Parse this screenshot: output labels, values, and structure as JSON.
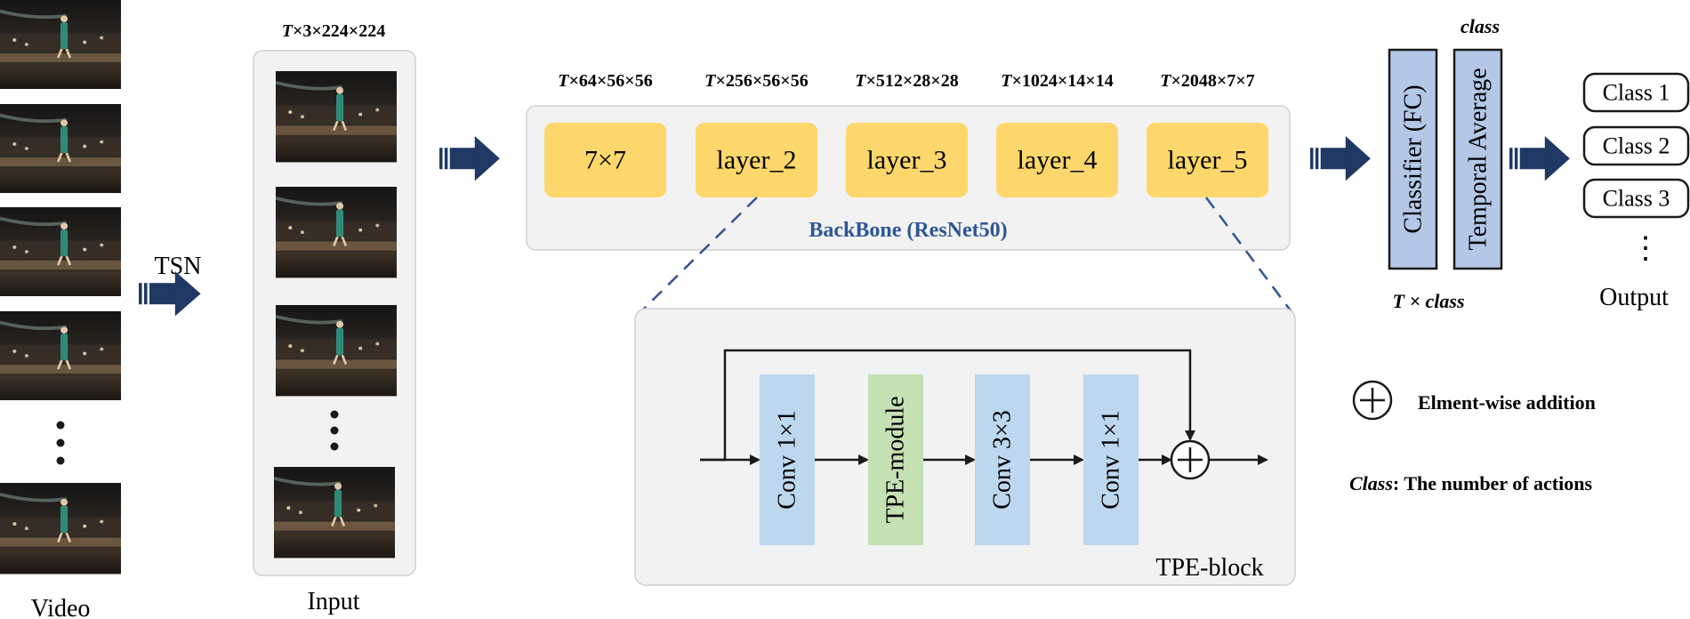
{
  "video": {
    "label": "Video"
  },
  "tsn": {
    "label": "TSN"
  },
  "input": {
    "label": "Input",
    "shape": {
      "t": "T",
      "rest": "×3×224×224"
    }
  },
  "backbone": {
    "title": "BackBone (ResNet50)",
    "layers": [
      {
        "label": "7×7",
        "shape_t": "T",
        "shape_rest": "×64×56×56"
      },
      {
        "label": "layer_2",
        "shape_t": "T",
        "shape_rest": "×256×56×56"
      },
      {
        "label": "layer_3",
        "shape_t": "T",
        "shape_rest": "×512×28×28"
      },
      {
        "label": "layer_4",
        "shape_t": "T",
        "shape_rest": "×1024×14×14"
      },
      {
        "label": "layer_5",
        "shape_t": "T",
        "shape_rest": "×2048×7×7"
      }
    ]
  },
  "head": {
    "classifier": "Classifier (FC)",
    "temporal_average": "Temporal Average",
    "top_shape": "class",
    "bottom_shape": {
      "t": "T",
      "x": " × ",
      "c": "class"
    }
  },
  "output": {
    "label": "Output",
    "classes": [
      "Class 1",
      "Class 2",
      "Class 3"
    ],
    "more": "⋮"
  },
  "tpe_block": {
    "label": "TPE-block",
    "modules": [
      "Conv 1×1",
      "TPE-module",
      "Conv 3×3",
      "Conv 1×1"
    ],
    "plus": "+"
  },
  "legend": {
    "plus_symbol": "+",
    "addition": "Elment-wise addition",
    "class_term": "Class",
    "class_desc": ":  The number of actions"
  },
  "colors": {
    "layer_fill": "#fdd76b",
    "module_blue": "#bdd7ee",
    "module_green": "#c5e0b3",
    "head_fill": "#b4c7e7",
    "arrow_navy": "#1f3864",
    "backbone_title": "#2f5597",
    "panel_fill": "#f2f2f2",
    "panel_stroke": "#d0d0d0"
  }
}
